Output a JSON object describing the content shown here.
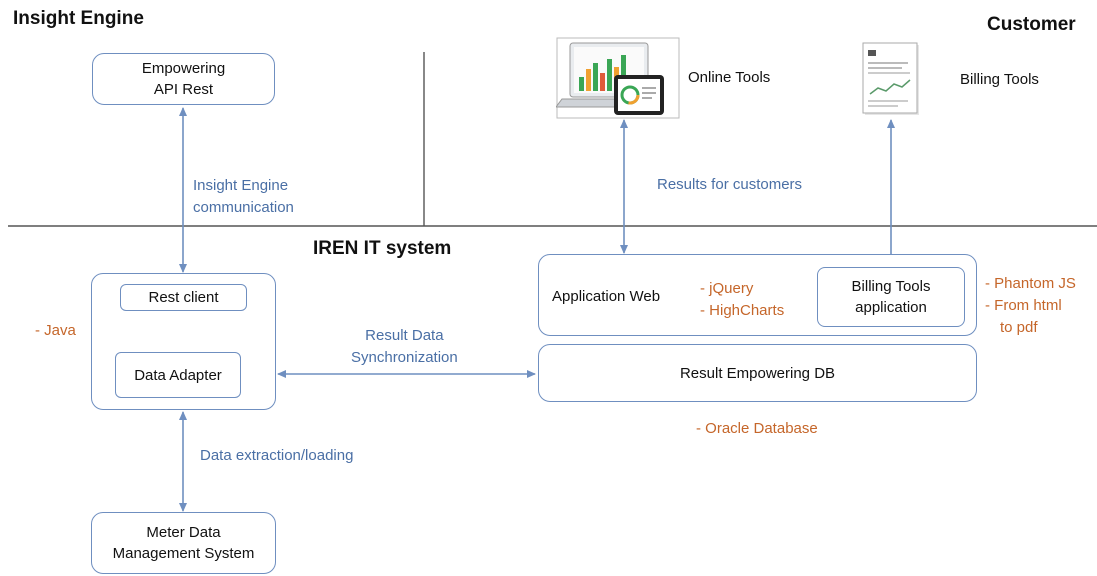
{
  "zones": {
    "insight_engine_title": "Insight Engine",
    "customer_title": "Customer",
    "iren_title": "IREN IT system"
  },
  "boxes": {
    "empowering_api_rest": [
      "Empowering",
      "API Rest"
    ],
    "rest_client": "Rest client",
    "data_adapter": "Data Adapter",
    "meter_data": [
      "Meter Data",
      "Management System"
    ],
    "application_web": "Application Web",
    "billing_tools_app": [
      "Billing Tools",
      "application"
    ],
    "result_db": "Result Empowering DB"
  },
  "tools": {
    "online_tools": "Online Tools",
    "billing_tools": "Billing Tools"
  },
  "connections": {
    "insight_comm": [
      "Insight Engine",
      "communication"
    ],
    "results_customers": "Results for customers",
    "result_sync": [
      "Result Data",
      "Synchronization"
    ],
    "data_extraction": "Data extraction/loading"
  },
  "tech_notes": {
    "java": "-  Java",
    "jquery": "-  jQuery",
    "highcharts": "-  HighCharts",
    "phantom": "-  Phantom JS",
    "from_html": "-  From html",
    "to_pdf": "to pdf",
    "oracle": "-  Oracle Database"
  },
  "colors": {
    "connector": "#6f8fc0",
    "label_blue": "#4a6fa5",
    "tech_orange": "#c5662a",
    "divider": "#555555"
  }
}
